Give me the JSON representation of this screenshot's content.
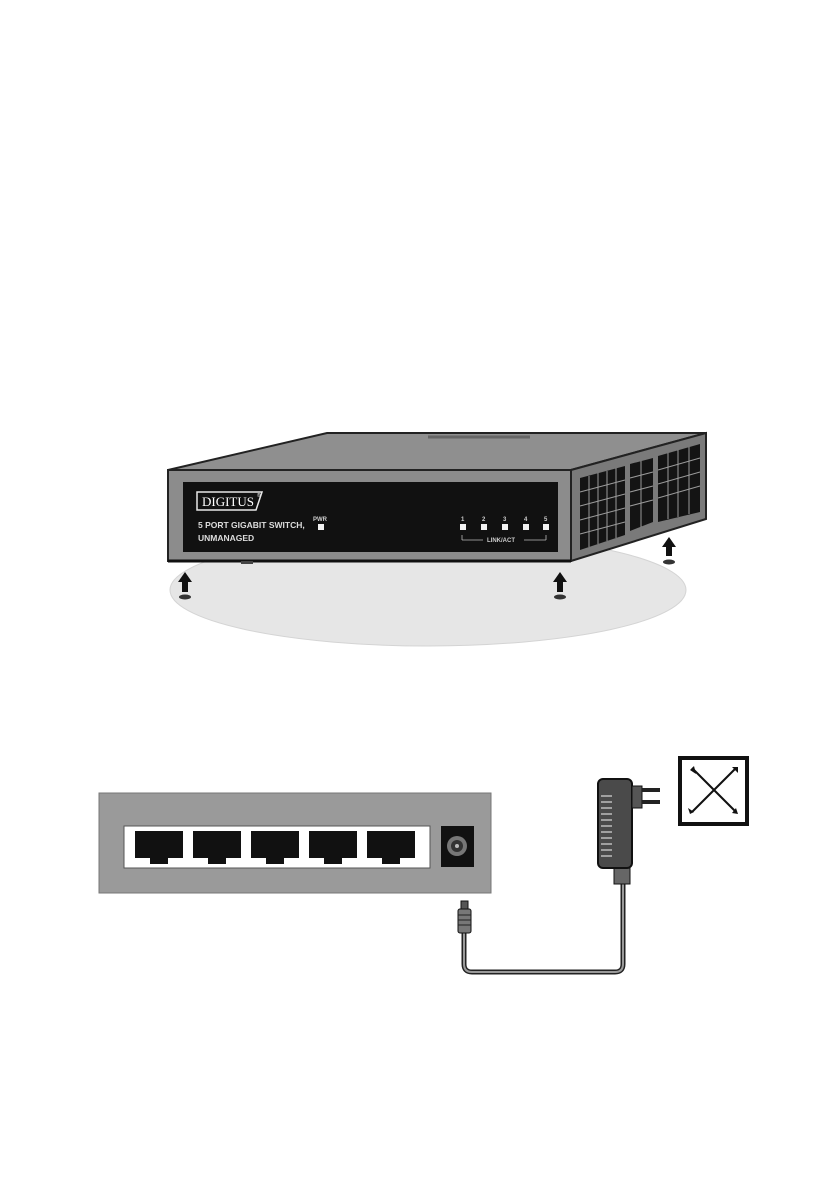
{
  "switch_front": {
    "brand": "DIGITUS",
    "product_line1": "5 PORT GIGABIT SWITCH,",
    "product_line2": "UNMANAGED",
    "pwr_label": "PWR",
    "port_numbers": [
      "1",
      "2",
      "3",
      "4",
      "5"
    ],
    "link_act_label": "LINK/ACT"
  },
  "colors": {
    "panel_dark": "#111111",
    "chassis_gray": "#8c8c8c",
    "shadow_ellipse": "#e6e6e6",
    "rear_panel": "#9a9a9a"
  },
  "icons": {
    "feet": "up-arrow-icon",
    "power_adapter": "wall-plug-adapter-icon",
    "no_outlet": "crossed-out-box-icon"
  }
}
